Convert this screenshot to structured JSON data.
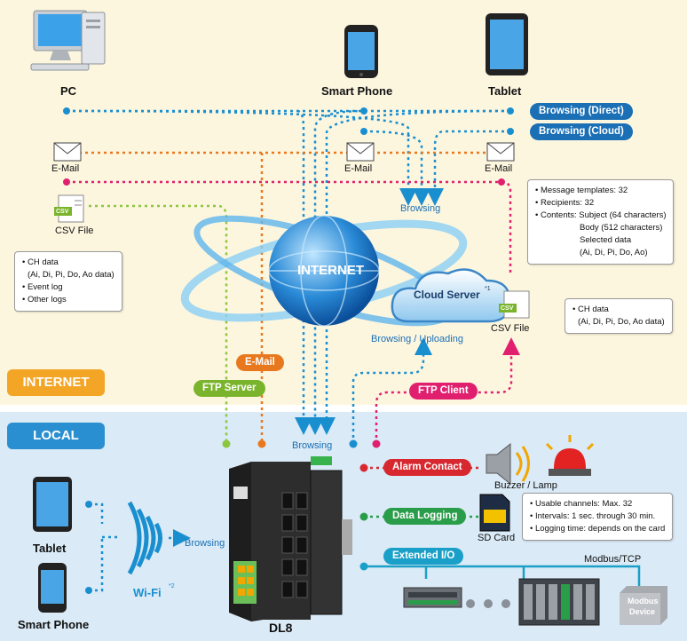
{
  "zones": {
    "internet": "INTERNET",
    "local": "LOCAL"
  },
  "devices": {
    "pc": "PC",
    "smart_phone_top": "Smart Phone",
    "tablet_top": "Tablet",
    "tablet_local": "Tablet",
    "smart_phone_local": "Smart Phone",
    "dl8": "DL8"
  },
  "pills": {
    "browsing_direct": "Browsing (Direct)",
    "browsing_cloud": "Browsing (Cloud)",
    "email": "E-Mail",
    "ftp_server": "FTP Server",
    "ftp_client": "FTP Client",
    "alarm_contact": "Alarm Contact",
    "data_logging": "Data Logging",
    "extended_io": "Extended I/O"
  },
  "labels": {
    "email_left": "E-Mail",
    "email_mid": "E-Mail",
    "email_right": "E-Mail",
    "csv_left": "CSV File",
    "csv_right": "CSV File",
    "csv_icon": "CSV",
    "browsing_cloud_target": "Browsing",
    "internet_globe": "INTERNET",
    "cloud_server": "Cloud Server",
    "cloud_server_note": "*1",
    "browsing_uploading": "Browsing / Uploading",
    "browsing_local": "Browsing",
    "browsing_wifi": "Browsing",
    "wifi": "Wi-Fi",
    "wifi_note": "*2",
    "buzzer_lamp": "Buzzer / Lamp",
    "sd_card": "SD Card",
    "modbus_tcp": "Modbus/TCP",
    "modbus_device_line1": "Modbus",
    "modbus_device_line2": "Device"
  },
  "callouts": {
    "csv_left": [
      "• CH data",
      "(Ai, Di, Pi, Do, Ao data)",
      "• Event log",
      "• Other logs"
    ],
    "email": [
      "• Message templates: 32",
      "• Recipients: 32",
      "• Contents: Subject (64 characters)",
      "Body (512 characters)",
      "Selected data",
      "(Ai, Di, Pi, Do, Ao)"
    ],
    "csv_right": [
      "• CH data",
      "(Ai, Di, Pi, Do, Ao data)"
    ],
    "sd": [
      "• Usable channels: Max. 32",
      "• Intervals: 1 sec. through 30 min.",
      "• Logging time: depends on the card"
    ]
  },
  "colors": {
    "blue_line": "#1a8fd0",
    "orange_line": "#e8781e",
    "pink_line": "#e0206f",
    "green_line": "#8cc63f",
    "red_line": "#d7282f",
    "dark_green_line": "#2a9d4a",
    "teal_line": "#1aa0c8",
    "pill_blue": "#1a6fb5",
    "pill_orange": "#e8781e",
    "pill_green": "#7ab42c",
    "pill_pink": "#e0206f",
    "pill_red": "#d7282f",
    "pill_dgreen": "#2a9d4a",
    "pill_teal": "#1aa0c8",
    "zone_internet": "#f3a526",
    "zone_local": "#2a8fd0"
  },
  "icons": [
    "pc-icon",
    "smartphone-icon",
    "tablet-icon",
    "envelope-icon",
    "csv-file-icon",
    "globe-icon",
    "cloud-icon",
    "dl8-device-icon",
    "wifi-icon",
    "speaker-icon",
    "lamp-icon",
    "sd-card-icon",
    "io-module-icon",
    "modbus-device-icon"
  ]
}
